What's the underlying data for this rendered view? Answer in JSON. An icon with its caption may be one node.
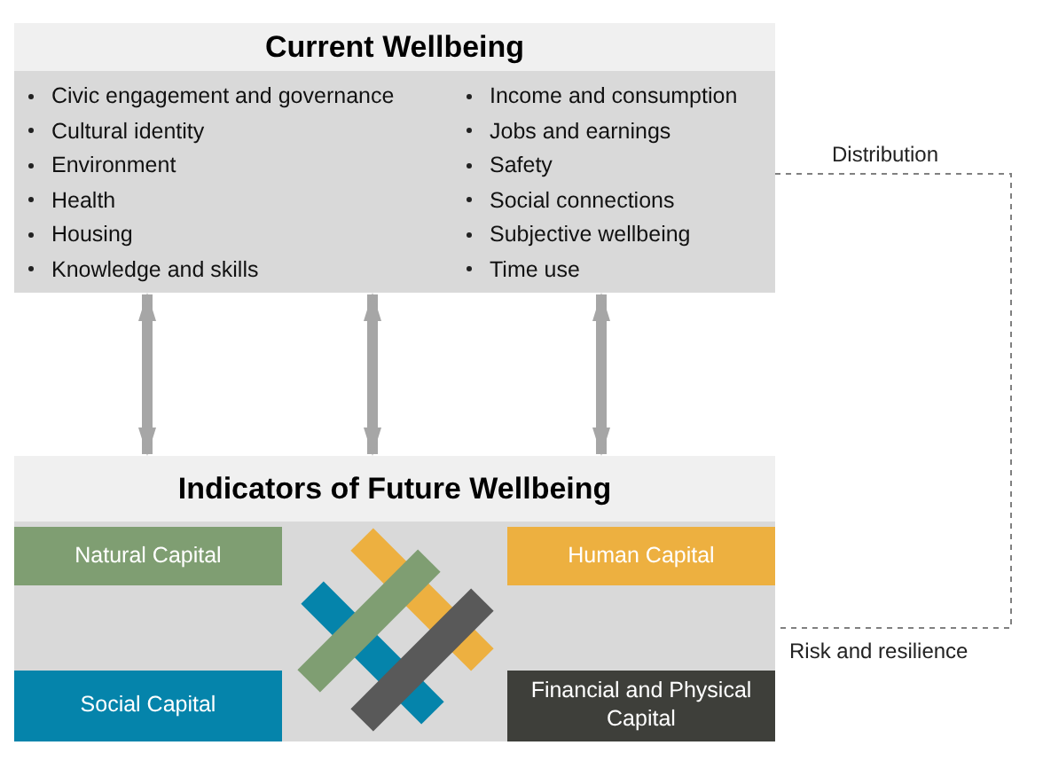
{
  "diagram": {
    "nodes": [
      {
        "text": [
          "Current Wellbeing",
          "Civic engagement and governance",
          "Cultural identity",
          "Environment",
          "Health",
          "Housing",
          "Knowledge and skills",
          "Income and consumption",
          "Jobs and earnings",
          "Safety",
          "Social connections",
          "Subjective wellbeing",
          "Time use"
        ]
      },
      {
        "text": [
          "Indicators of Future Wellbeing"
        ]
      },
      {
        "text": [
          "Natural Capital"
        ],
        "in": 1
      },
      {
        "text": [
          "Human Capital"
        ],
        "in": 1
      },
      {
        "text": [
          "Social Capital"
        ],
        "in": 1
      },
      {
        "text": [
          "Financial and Physical Capital"
        ],
        "in": 1
      }
    ],
    "edges": [
      {
        "from": 0,
        "to": 1,
        "arrow": "both"
      },
      {
        "from": 0,
        "to": 1,
        "arrow": "both"
      },
      {
        "from": 0,
        "to": 1,
        "arrow": "both"
      },
      {
        "from": 0,
        "to": 1,
        "arrow": "none",
        "style": "dashed",
        "color": "#808080"
      }
    ],
    "labels": [
      "Distribution",
      "Risk and resilience"
    ]
  }
}
